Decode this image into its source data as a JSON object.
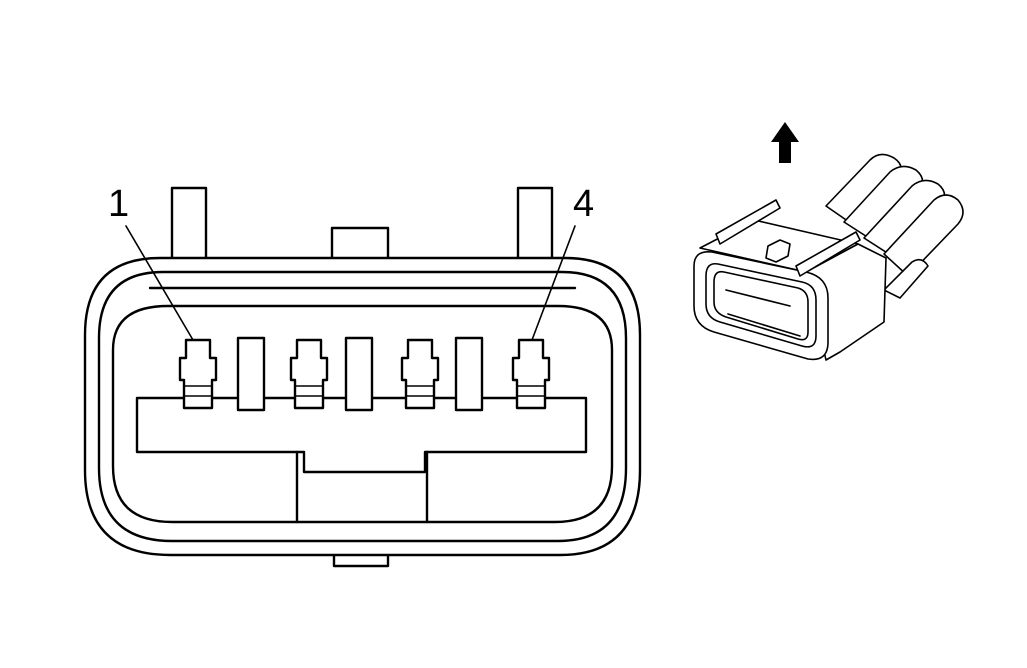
{
  "labels": {
    "pin_first": "1",
    "pin_last": "4"
  },
  "connector": {
    "terminal_count": 4
  },
  "icons": {
    "direction_arrow": "arrow-up-icon"
  },
  "colors": {
    "line": "#000000",
    "background": "#ffffff"
  }
}
